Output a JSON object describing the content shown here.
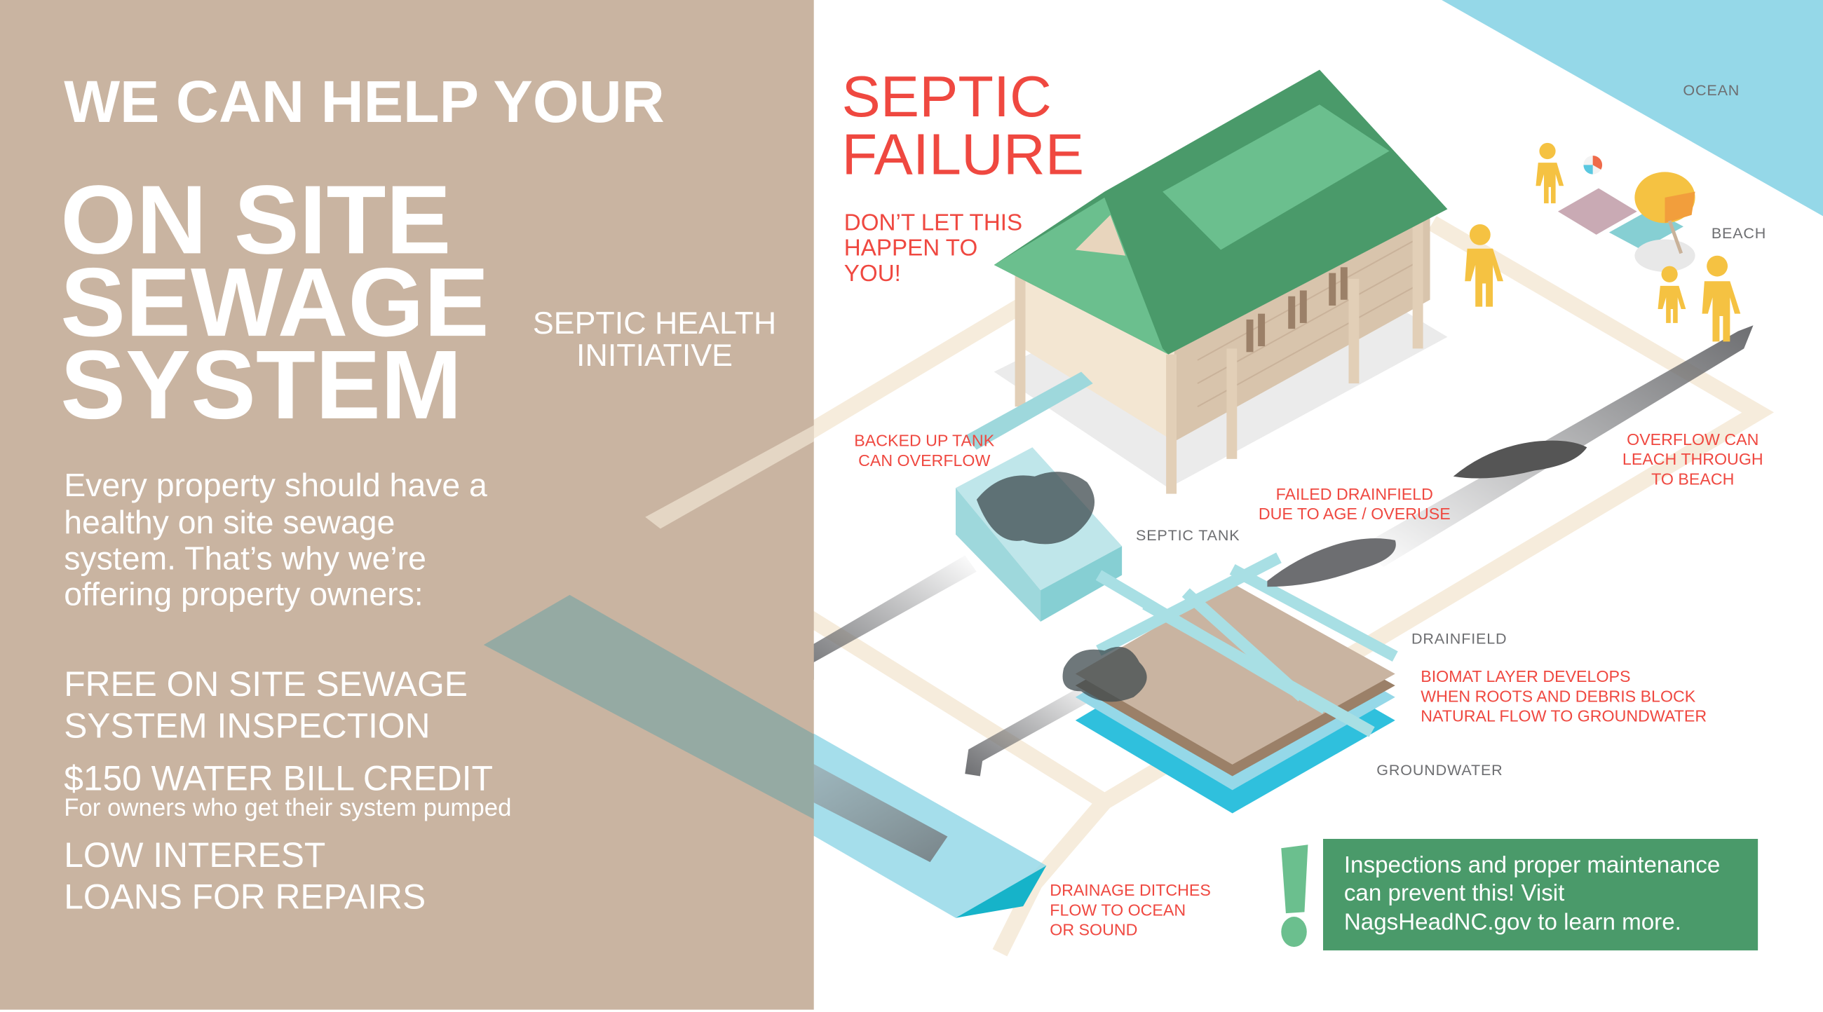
{
  "colors": {
    "left_panel": "#c9b4a1",
    "accent_red": "#ef4840",
    "roof_dark": "#4a9a6a",
    "roof_light": "#6bbf8e",
    "water": "#95d8e8",
    "path": "#f6ecdc",
    "people": "#f5c242",
    "callout_box": "#4a9a6a"
  },
  "left": {
    "kicker": "WE CAN HELP YOUR",
    "headline": [
      "ON SITE",
      "SEWAGE",
      "SYSTEM"
    ],
    "initiative": [
      "SEPTIC HEALTH",
      "INITIATIVE"
    ],
    "intro": [
      "Every property should have a",
      "healthy on site sewage",
      "system. That’s why we’re",
      "offering property owners:"
    ],
    "offers": {
      "inspection": [
        "FREE ON SITE SEWAGE",
        "SYSTEM INSPECTION"
      ],
      "credit": "$150 WATER BILL CREDIT",
      "credit_note": "For owners who get their system pumped",
      "loans": [
        "LOW INTEREST",
        "LOANS FOR REPAIRS"
      ]
    }
  },
  "diagram": {
    "title": [
      "SEPTIC",
      "FAILURE"
    ],
    "subtitle": [
      "DON’T LET THIS",
      "HAPPEN TO",
      "YOU!"
    ],
    "labels": {
      "ocean": "OCEAN",
      "beach": "BEACH",
      "septic_tank": "SEPTIC TANK",
      "drainfield": "DRAINFIELD",
      "groundwater": "GROUNDWATER"
    },
    "callouts": {
      "backed_up": [
        "BACKED UP TANK",
        "CAN OVERFLOW"
      ],
      "failed_drainfield": [
        "FAILED DRAINFIELD",
        "DUE TO AGE / OVERUSE"
      ],
      "overflow_beach": [
        "OVERFLOW CAN",
        "LEACH THROUGH",
        "TO BEACH"
      ],
      "biomat": [
        "BIOMAT LAYER DEVELOPS",
        "WHEN ROOTS AND DEBRIS BLOCK",
        "NATURAL FLOW TO GROUNDWATER"
      ],
      "ditches": [
        "DRAINAGE DITCHES",
        "FLOW TO OCEAN",
        "OR SOUND"
      ]
    },
    "cta": [
      "Inspections and proper maintenance",
      "can prevent this! Visit",
      "NagsHeadNC.gov to learn more."
    ],
    "icons": [
      "house-icon",
      "septic-tank-icon",
      "drainfield-icon",
      "person-icon",
      "beach-umbrella-icon",
      "beach-ball-icon",
      "exclamation-icon"
    ]
  }
}
